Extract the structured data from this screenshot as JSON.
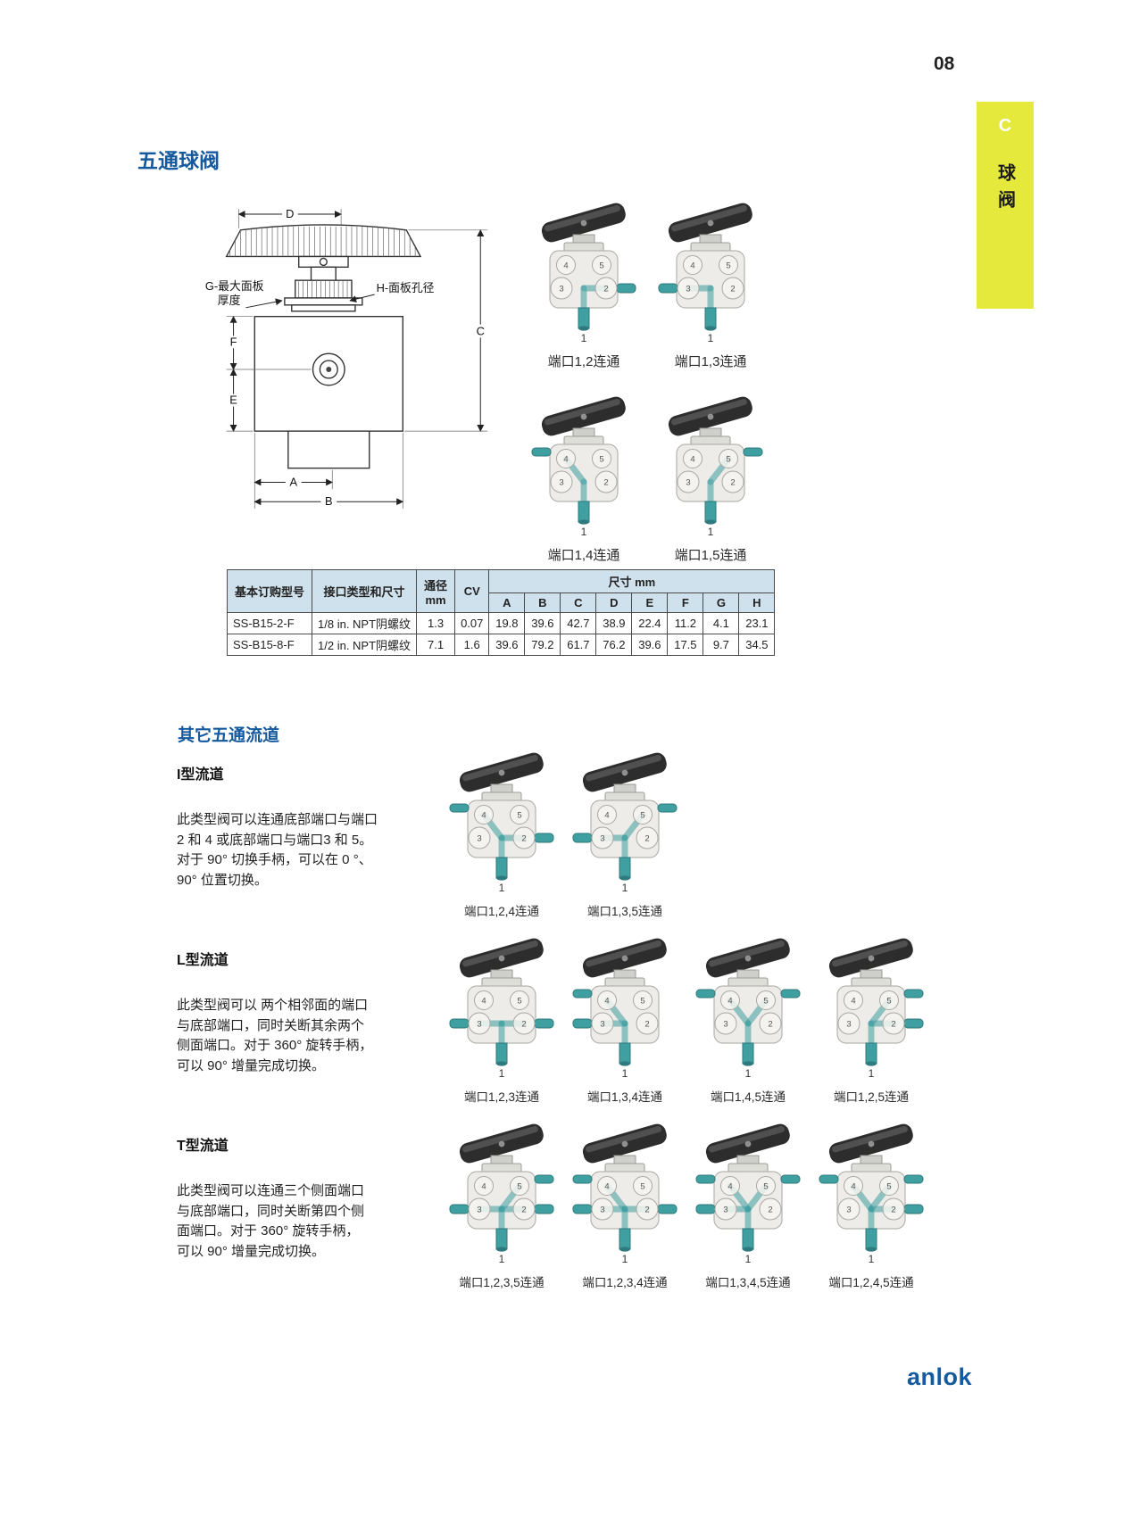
{
  "page": {
    "number": "08",
    "tab_letter": "C",
    "tab_label": "球阀",
    "logo": "anlok"
  },
  "title": "五通球阀",
  "drawing": {
    "dim_d": "D",
    "dim_c": "C",
    "dim_e": "E",
    "dim_f": "F",
    "dim_a": "A",
    "dim_b": "B",
    "label_g_line1": "G-最大面板",
    "label_g_line2": "厚度",
    "label_h": "H-面板孔径"
  },
  "valve_port_labels": {
    "p1": "1",
    "p2": "2",
    "p3": "3",
    "p4": "4",
    "p5": "5"
  },
  "top_valves": [
    {
      "ports": [
        1,
        2
      ],
      "caption": "端口1,2连通"
    },
    {
      "ports": [
        1,
        3
      ],
      "caption": "端口1,3连通"
    },
    {
      "ports": [
        1,
        4
      ],
      "caption": "端口1,4连通"
    },
    {
      "ports": [
        1,
        5
      ],
      "caption": "端口1,5连通"
    }
  ],
  "table": {
    "col_model": "基本订购型号",
    "col_conn": "接口类型和尺寸",
    "col_bore_line1": "通径",
    "col_bore_line2": "mm",
    "col_cv": "CV",
    "col_dims": "尺寸 mm",
    "dim_letters": [
      "A",
      "B",
      "C",
      "D",
      "E",
      "F",
      "G",
      "H"
    ],
    "rows": [
      {
        "model": "SS-B15-2-F",
        "conn": "1/8 in. NPT阴螺纹",
        "bore": "1.3",
        "cv": "0.07",
        "dims": [
          "19.8",
          "39.6",
          "42.7",
          "38.9",
          "22.4",
          "11.2",
          "4.1",
          "23.1"
        ]
      },
      {
        "model": "SS-B15-8-F",
        "conn": "1/2 in. NPT阴螺纹",
        "bore": "7.1",
        "cv": "1.6",
        "dims": [
          "39.6",
          "79.2",
          "61.7",
          "76.2",
          "39.6",
          "17.5",
          "9.7",
          "34.5"
        ]
      }
    ]
  },
  "other_section": {
    "heading": "其它五通流道",
    "groups": [
      {
        "heading": "I型流道",
        "body": "此类型阀可以连通底部端口与端口\n2 和 4 或底部端口与端口3 和 5。\n对于 90° 切换手柄，可以在 0 °、\n90° 位置切换。",
        "valves": [
          {
            "ports": [
              1,
              2,
              4
            ],
            "caption": "端口1,2,4连通"
          },
          {
            "ports": [
              1,
              3,
              5
            ],
            "caption": "端口1,3,5连通"
          }
        ]
      },
      {
        "heading": "L型流道",
        "body": "此类型阀可以 两个相邻面的端口\n与底部端口，同时关断其余两个\n侧面端口。对于 360° 旋转手柄，\n可以 90° 增量完成切换。",
        "valves": [
          {
            "ports": [
              1,
              2,
              3
            ],
            "caption": "端口1,2,3连通"
          },
          {
            "ports": [
              1,
              3,
              4
            ],
            "caption": "端口1,3,4连通"
          },
          {
            "ports": [
              1,
              4,
              5
            ],
            "caption": "端口1,4,5连通"
          },
          {
            "ports": [
              1,
              2,
              5
            ],
            "caption": "端口1,2,5连通"
          }
        ]
      },
      {
        "heading": "T型流道",
        "body": "此类型阀可以连通三个侧面端口\n与底部端口，同时关断第四个侧\n面端口。对于 360° 旋转手柄，\n可以 90° 增量完成切换。",
        "valves": [
          {
            "ports": [
              1,
              2,
              3,
              5
            ],
            "caption": "端口1,2,3,5连通"
          },
          {
            "ports": [
              1,
              2,
              3,
              4
            ],
            "caption": "端口1,2,3,4连通"
          },
          {
            "ports": [
              1,
              3,
              4,
              5
            ],
            "caption": "端口1,3,4,5连通"
          },
          {
            "ports": [
              1,
              2,
              4,
              5
            ],
            "caption": "端口1,2,4,5连通"
          }
        ]
      }
    ]
  },
  "colors": {
    "accent_blue": "#15599f",
    "tab_yellow": "#e5e93c",
    "table_header": "#cfe1ec",
    "teal": "#3f9fa1",
    "handle_black": "#2d2d2d"
  }
}
